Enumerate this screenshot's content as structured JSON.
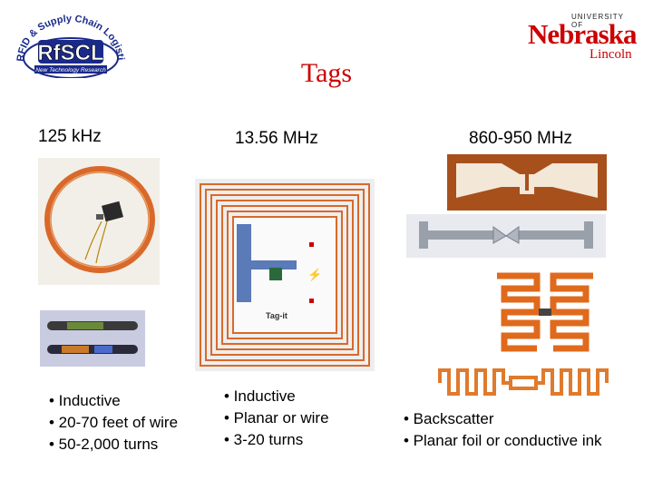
{
  "slide": {
    "title": "Tags"
  },
  "logos": {
    "lab_arc_text": "RFID & Supply Chain Logistics Lab",
    "lab_acronym": "RfSCL",
    "lab_tagline": "New Technology Research",
    "university_line": "UNIVERSITY OF",
    "university_name": "Nebraska",
    "campus": "Lincoln"
  },
  "columns": [
    {
      "frequency": "125 kHz",
      "bullets": [
        "• Inductive",
        "• 20-70 feet of wire",
        "• 50-2,000 turns"
      ]
    },
    {
      "frequency": "13.56 MHz",
      "tag_label": "Tag-it",
      "bullets": [
        "• Inductive",
        "• Planar or wire",
        "• 3-20 turns"
      ]
    },
    {
      "frequency": "860-950 MHz",
      "bullets": [
        "• Backscatter",
        "• Planar foil or conductive ink"
      ]
    }
  ],
  "colors": {
    "title": "#cc0000",
    "copper": "#d9692a",
    "copper_dark": "#a8501c",
    "unl_red": "#cc0000"
  }
}
